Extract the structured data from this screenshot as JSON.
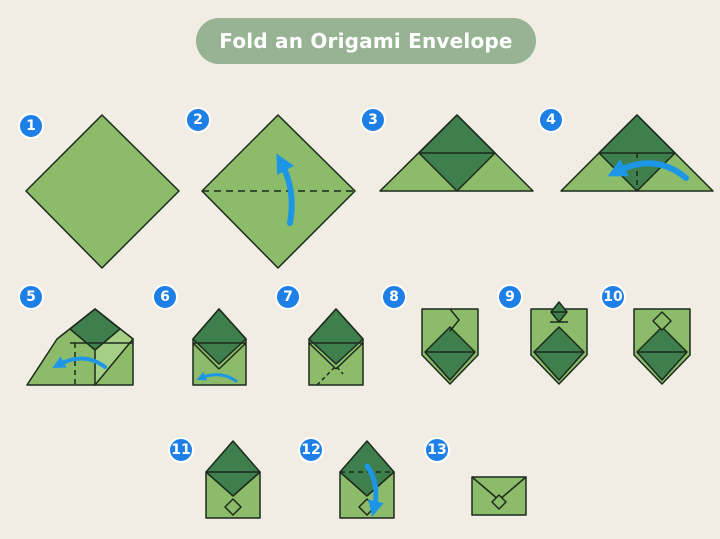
{
  "title": "Fold an Origami Envelope",
  "steps": [
    "1",
    "2",
    "3",
    "4",
    "5",
    "6",
    "7",
    "8",
    "9",
    "10",
    "11",
    "12",
    "13"
  ],
  "colors": {
    "background": "#f1ede4",
    "title_pill": "#97b394",
    "paper_light": "#8cbc6a",
    "paper_dark": "#3f7e4d",
    "outline": "#1c2a1c",
    "arrow": "#1e96e6",
    "badge": "#1e80e6"
  }
}
